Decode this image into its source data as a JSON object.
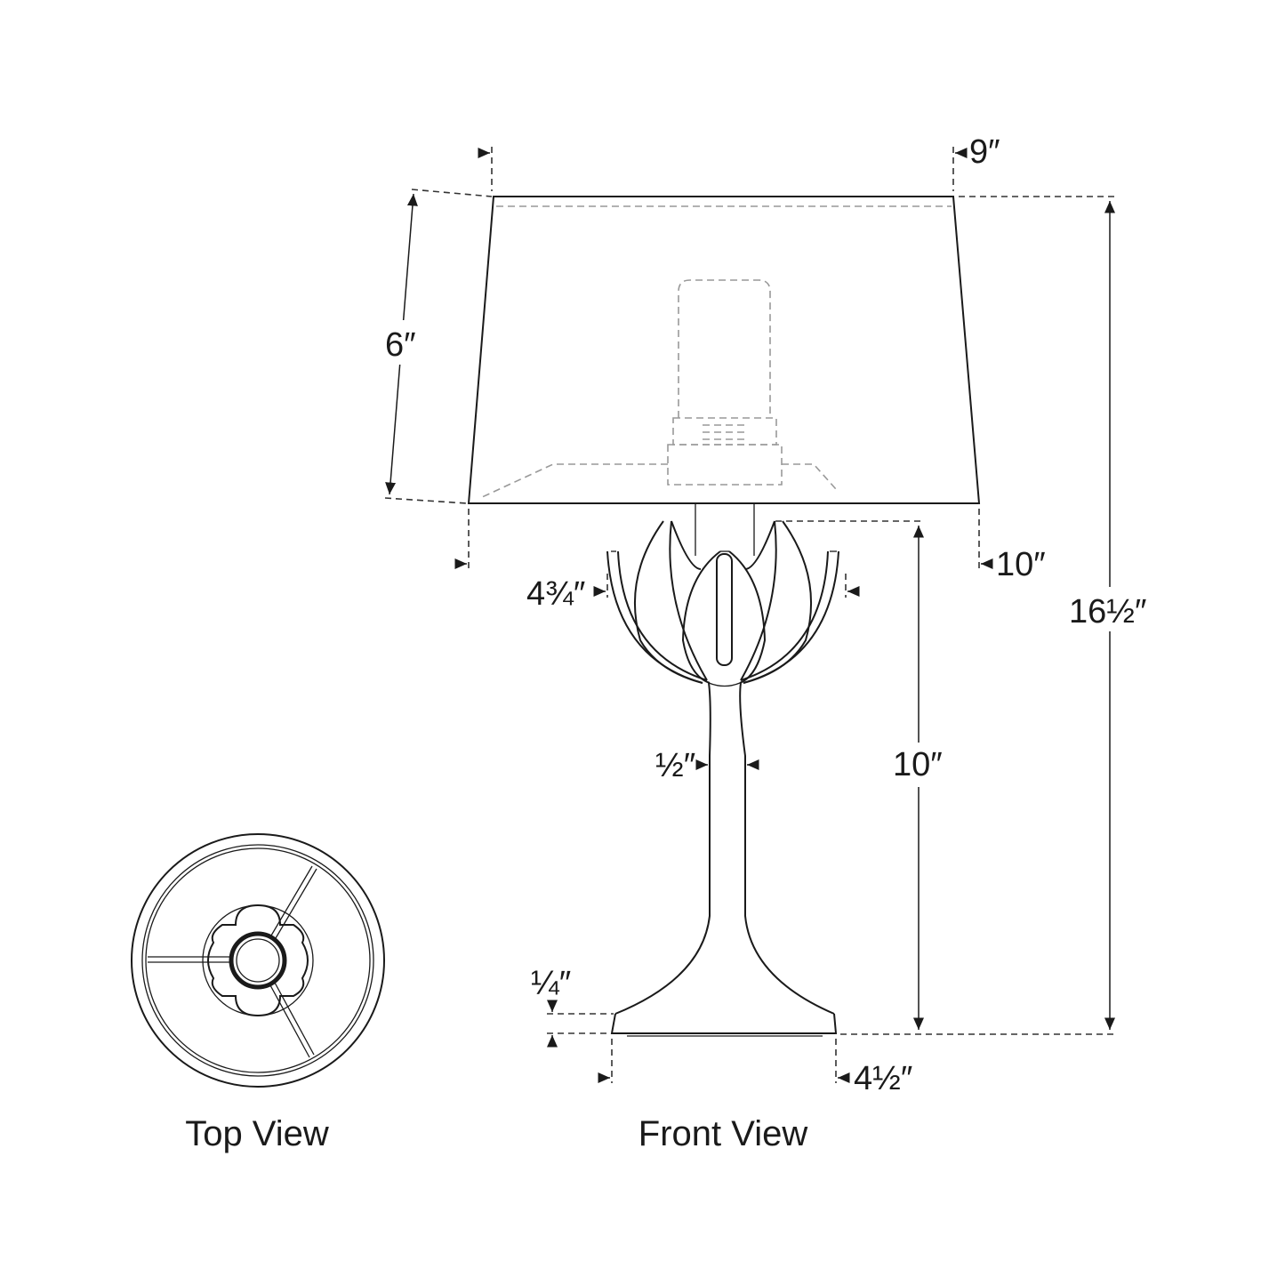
{
  "dimensions": {
    "shade_top_diameter": "9″",
    "shade_height": "6″",
    "shade_bottom_diameter": "10″",
    "overall_height": "16½″",
    "base_height": "10″",
    "flower_width": "4¾″",
    "stem_width": "½″",
    "base_thickness": "¼″",
    "base_diameter": "4½″"
  },
  "captions": {
    "top_view": "Top View",
    "front_view": "Front View"
  }
}
